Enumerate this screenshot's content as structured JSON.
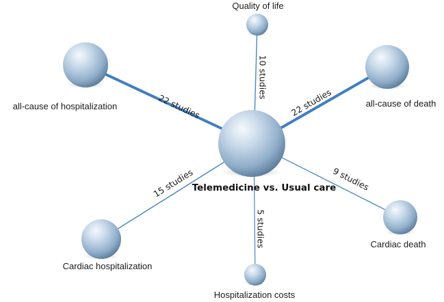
{
  "center": {
    "label": "Telemedicine vs. Usual care"
  },
  "outcomes": [
    {
      "id": "quality-of-life",
      "label": "Quality of life",
      "studies": 10,
      "edge_label": "10 studies"
    },
    {
      "id": "all-cause-death",
      "label": "all-cause of death",
      "studies": 22,
      "edge_label": "22 studies"
    },
    {
      "id": "all-cause-hospitalization",
      "label": "all-cause of hospitalization",
      "studies": 22,
      "edge_label": "22 studies"
    },
    {
      "id": "cardiac-death",
      "label": "Cardiac death",
      "studies": 9,
      "edge_label": "9 studies"
    },
    {
      "id": "cardiac-hospitalization",
      "label": "Cardiac hospitalization",
      "studies": 15,
      "edge_label": "15 studies"
    },
    {
      "id": "hospitalization-costs",
      "label": "Hospitalization costs",
      "studies": 5,
      "edge_label": "5 studies"
    }
  ],
  "colors": {
    "edge": "#4a86c0",
    "sphere_light": "#f4f8fc",
    "sphere_mid": "#a9c3dc",
    "sphere_dark": "#4f6f90"
  }
}
